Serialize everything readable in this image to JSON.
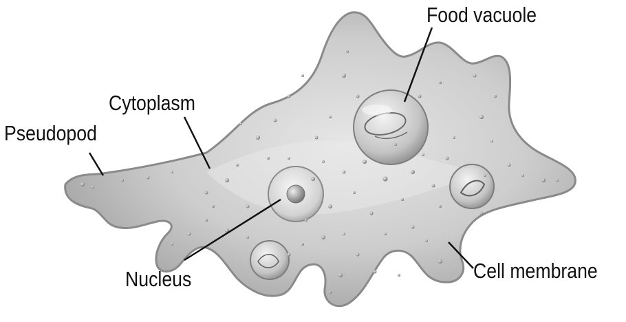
{
  "labels": {
    "food_vacuole": "Food vacuole",
    "cytoplasm": "Cytoplasm",
    "pseudopod": "Pseudopod",
    "nucleus": "Nucleus",
    "cell_membrane": "Cell membrane"
  },
  "colors": {
    "background": "#ffffff",
    "cell_fill": "#c9c9c9",
    "membrane": "#8a8a8a",
    "leader_line": "#111111",
    "label_text": "#111111"
  }
}
